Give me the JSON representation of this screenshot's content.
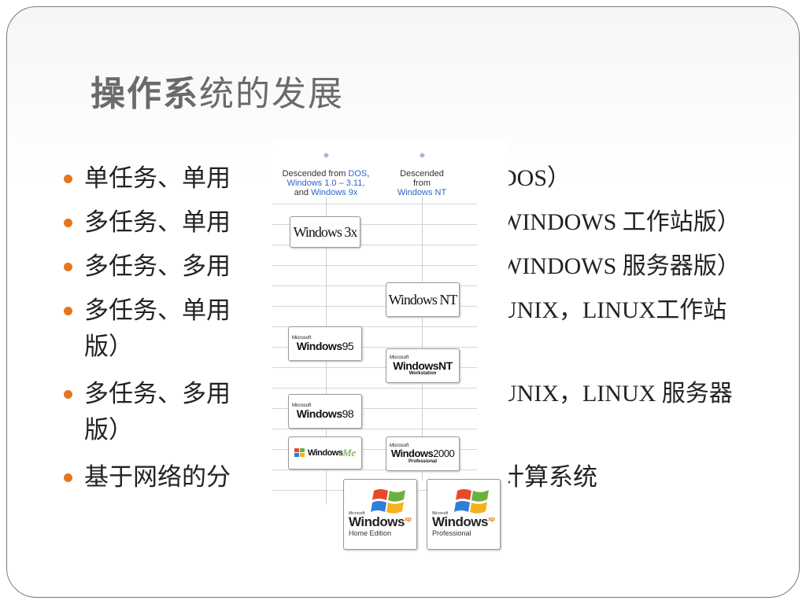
{
  "slide": {
    "title_bold": "操作系",
    "title_rest": "统的发展",
    "bullets": [
      {
        "line1_left": "单任务、单用",
        "line1_right": "DOS）"
      },
      {
        "line1_left": "多任务、单用",
        "line1_right": "WINDOWS 工作站版）"
      },
      {
        "line1_left": "多任务、多用",
        "line1_right": "WINDOWS 服务器版）"
      },
      {
        "line1_left": "多任务、单用",
        "line1_right": "UNIX，LINUX工作站",
        "line2": "版）"
      },
      {
        "line1_left": "多任务、多用",
        "line1_right": "UNIX，LINUX 服务器",
        "line2": "版）"
      },
      {
        "line1_left": "基于网络的分",
        "line1_right": "计算系统"
      }
    ],
    "bullet_color": "#e5761f"
  },
  "tree": {
    "left_header": {
      "pre": "Descended from ",
      "dos": "DOS",
      "comma": ",",
      "win": "Windows 1.0 – 3.11,",
      "and": "and ",
      "win9x": "Windows 9x"
    },
    "right_header": {
      "l1": "Descended",
      "l2": "from",
      "nt": "Windows NT"
    },
    "win3x": "Windows 3x",
    "winnt": "Windows NT",
    "win95": {
      "ms": "Microsoft",
      "name": "Windows",
      "ver": "95"
    },
    "ntws": {
      "ms": "Microsoft",
      "name": "WindowsNT",
      "sub": "Workstation"
    },
    "win98": {
      "ms": "Microsoft",
      "name": "Windows",
      "ver": "98"
    },
    "winme": {
      "name": "Windows",
      "ver": "Me"
    },
    "win2000": {
      "ms": "Microsoft",
      "name": "Windows",
      "ver": "2000",
      "sub": "Professional"
    },
    "xp_home": {
      "ms": "Microsoft",
      "name": "Windows",
      "xp": "xp",
      "edition": "Home Edition"
    },
    "xp_pro": {
      "ms": "Microsoft",
      "name": "Windows",
      "xp": "xp",
      "edition": "Professional"
    }
  }
}
